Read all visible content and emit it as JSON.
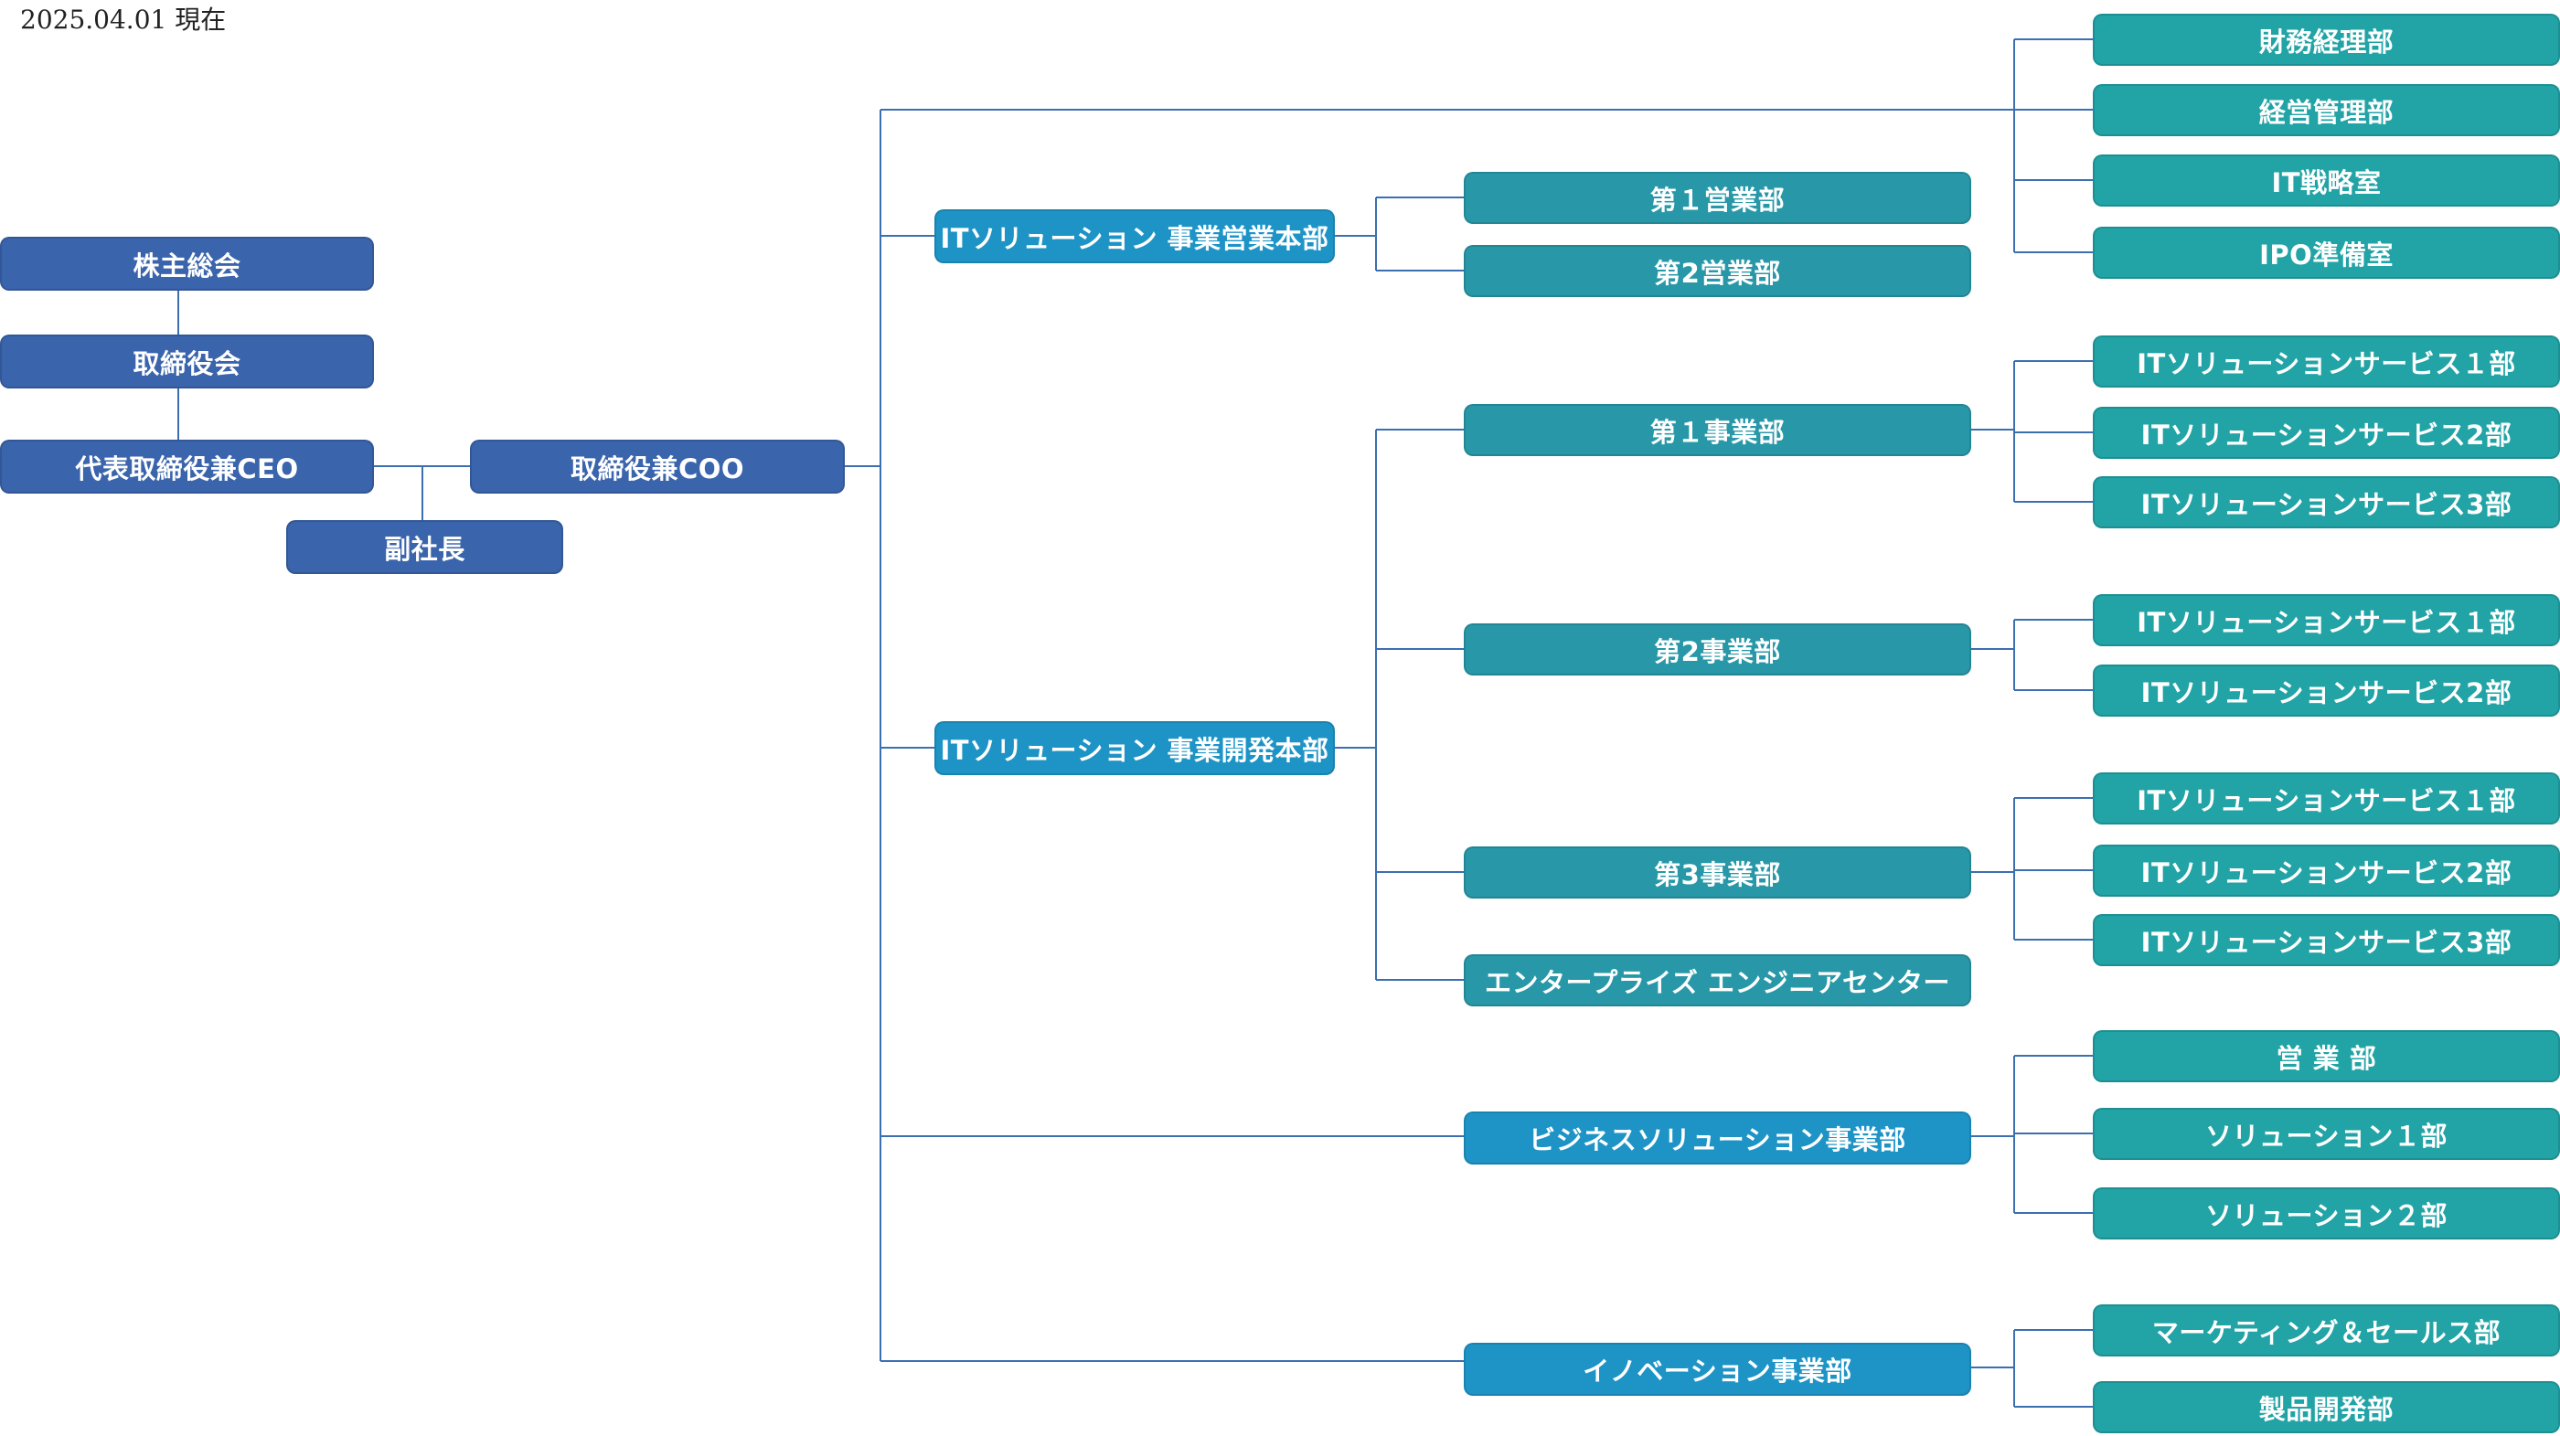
{
  "date_label": "2025.04.01 現在",
  "colors": {
    "executive": "#3a64ab",
    "headquarters": "#1e94c6",
    "department": "#2898a8",
    "unit": "#22a3a6",
    "line": "#3b6fb0"
  },
  "executives": {
    "shareholders": "株主総会",
    "board": "取締役会",
    "ceo": "代表取締役兼CEO",
    "vp": "副社長",
    "coo": "取締役兼COO"
  },
  "staff_units": [
    "財務経理部",
    "経営管理部",
    "IT戦略室",
    "IPO準備室"
  ],
  "sales_hq": {
    "name": "ITソリューション 事業営業本部",
    "departments": [
      "第１営業部",
      "第2営業部"
    ]
  },
  "dev_hq": {
    "name": "ITソリューション 事業開発本部",
    "departments": [
      {
        "name": "第１事業部",
        "units": [
          "ITソリューションサービス１部",
          "ITソリューションサービス2部",
          "ITソリューションサービス3部"
        ]
      },
      {
        "name": "第2事業部",
        "units": [
          "ITソリューションサービス１部",
          "ITソリューションサービス2部"
        ]
      },
      {
        "name": "第3事業部",
        "units": [
          "ITソリューションサービス１部",
          "ITソリューションサービス2部",
          "ITソリューションサービス3部"
        ]
      },
      {
        "name": "エンタープライズ エンジニアセンター",
        "units": []
      }
    ]
  },
  "business_solution": {
    "name": "ビジネスソリューション事業部",
    "units": [
      "営 業 部",
      "ソリューション１部",
      "ソリューション２部"
    ]
  },
  "innovation": {
    "name": "イノベーション事業部",
    "units": [
      "マーケティング＆セールス部",
      "製品開発部"
    ]
  }
}
